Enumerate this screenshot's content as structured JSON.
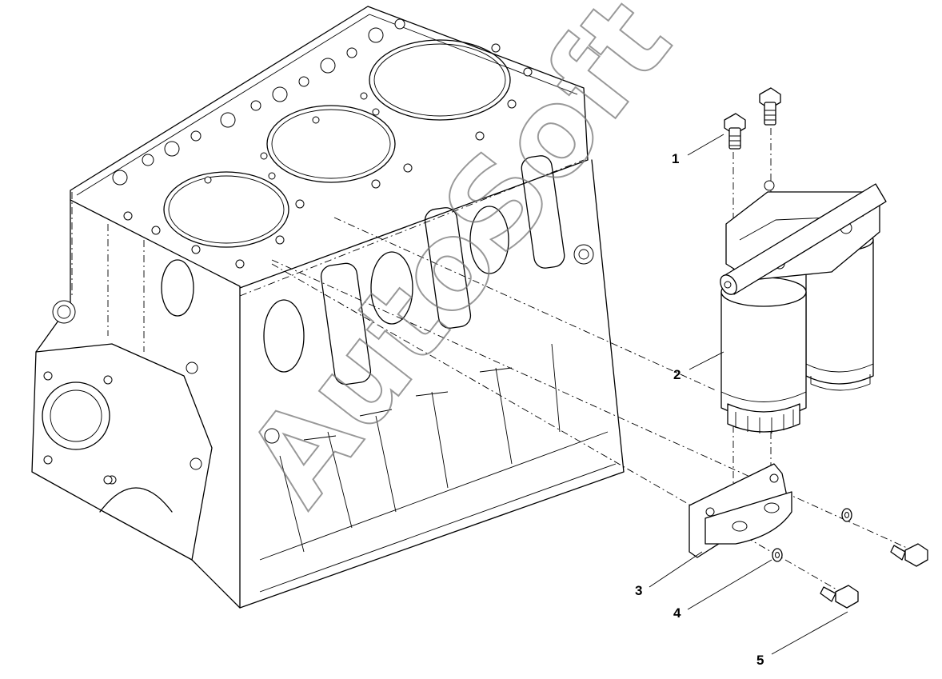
{
  "diagram": {
    "callouts": [
      {
        "id": "1",
        "label": "1"
      },
      {
        "id": "2",
        "label": "2"
      },
      {
        "id": "3",
        "label": "3"
      },
      {
        "id": "4",
        "label": "4"
      },
      {
        "id": "5",
        "label": "5"
      }
    ],
    "watermark": "AutoSoft",
    "colors": {
      "line": "#000000",
      "background": "#ffffff",
      "watermark": "#777777"
    }
  }
}
